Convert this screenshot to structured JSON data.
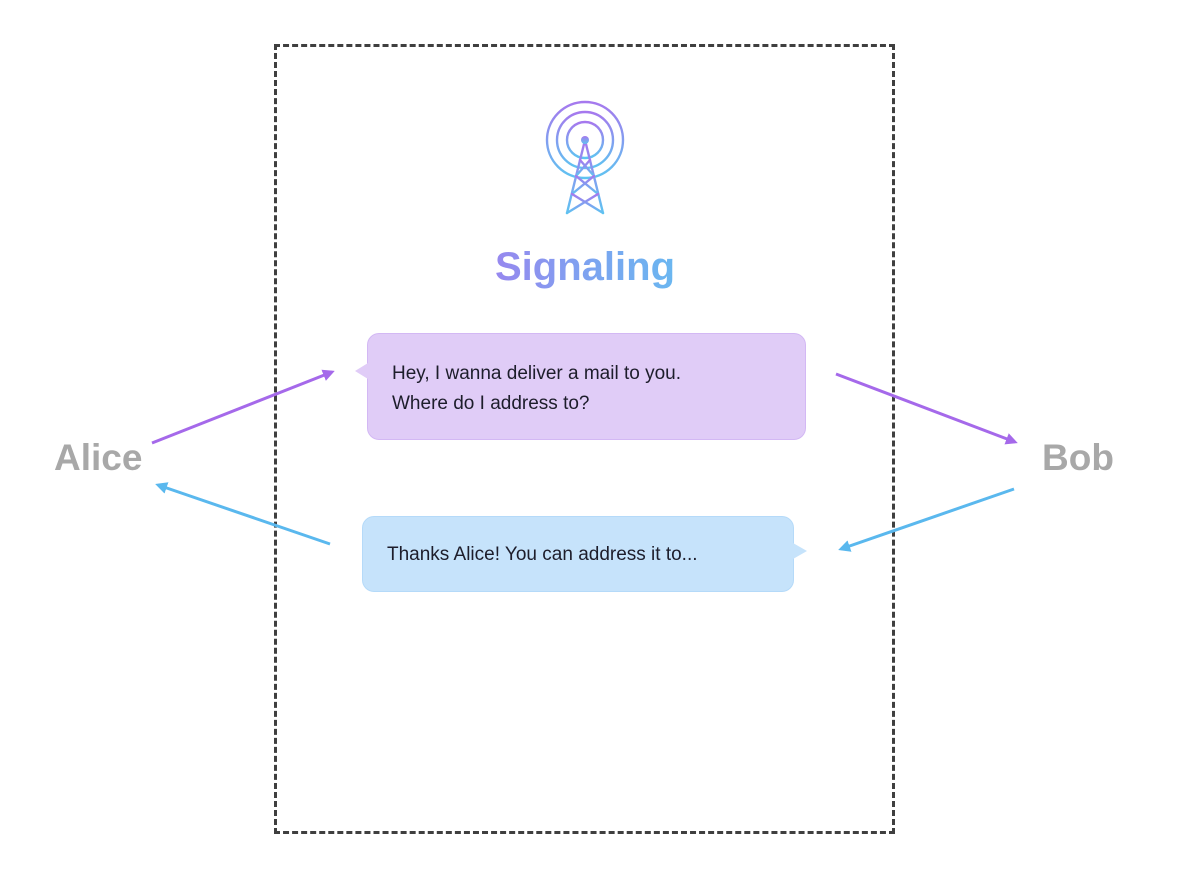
{
  "title": "Signaling",
  "icon": "signal-tower-icon",
  "peers": {
    "left": "Alice",
    "right": "Bob"
  },
  "messages": {
    "request": {
      "lines": [
        "Hey, I wanna deliver a mail to you.",
        "Where do I address to?"
      ]
    },
    "reply": {
      "lines": [
        "Thanks Alice! You can address it to..."
      ]
    }
  },
  "colors": {
    "request_bubble": "#e0ccf7",
    "reply_bubble": "#c6e3fb",
    "request_arrow": "#a569ea",
    "reply_arrow": "#5ab8ee",
    "peer_text": "#a8a8a8",
    "border": "#3f3f3f"
  }
}
